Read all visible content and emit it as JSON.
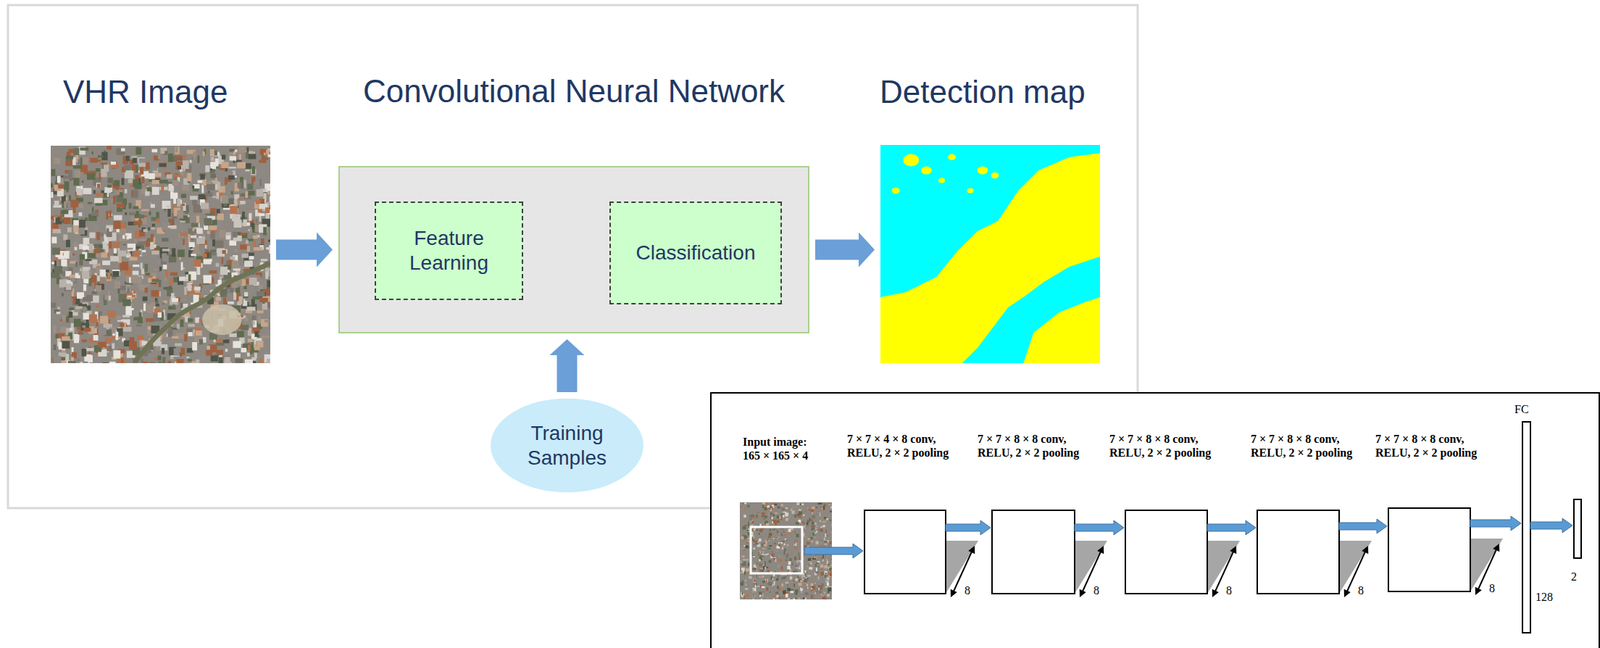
{
  "diagram": {
    "nodes": [
      {
        "text": [
          "VHR Image"
        ]
      },
      {
        "text": [
          "Convolutional Neural Network"
        ]
      },
      {
        "text": [
          "Feature Learning"
        ],
        "in": 1
      },
      {
        "text": [
          "Classification"
        ],
        "in": 1
      },
      {
        "text": [
          "Detection map"
        ]
      },
      {
        "text": [
          "Training Samples"
        ]
      }
    ],
    "edges": [
      {
        "from": 0,
        "to": 1,
        "arrow": "to"
      },
      {
        "from": 2,
        "to": 3,
        "arrow": "to"
      },
      {
        "from": 1,
        "to": 4,
        "arrow": "to"
      },
      {
        "from": 5,
        "to": 1,
        "arrow": "to"
      }
    ],
    "labels": [
      "Input image: 165 × 165 × 4",
      "7 × 7 × 4 × 8 conv, RELU, 2 × 2 pooling",
      "7 × 7 × 8 × 8 conv, RELU, 2 × 2 pooling",
      "7 × 7 × 8 × 8 conv, RELU, 2 × 2 pooling",
      "7 × 7 × 8 × 8 conv, RELU, 2 × 2 pooling",
      "7 × 7 × 8 × 8 conv, RELU, 2 × 2 pooling",
      "FC",
      "8",
      "8",
      "8",
      "8",
      "8",
      "128",
      "2"
    ]
  }
}
